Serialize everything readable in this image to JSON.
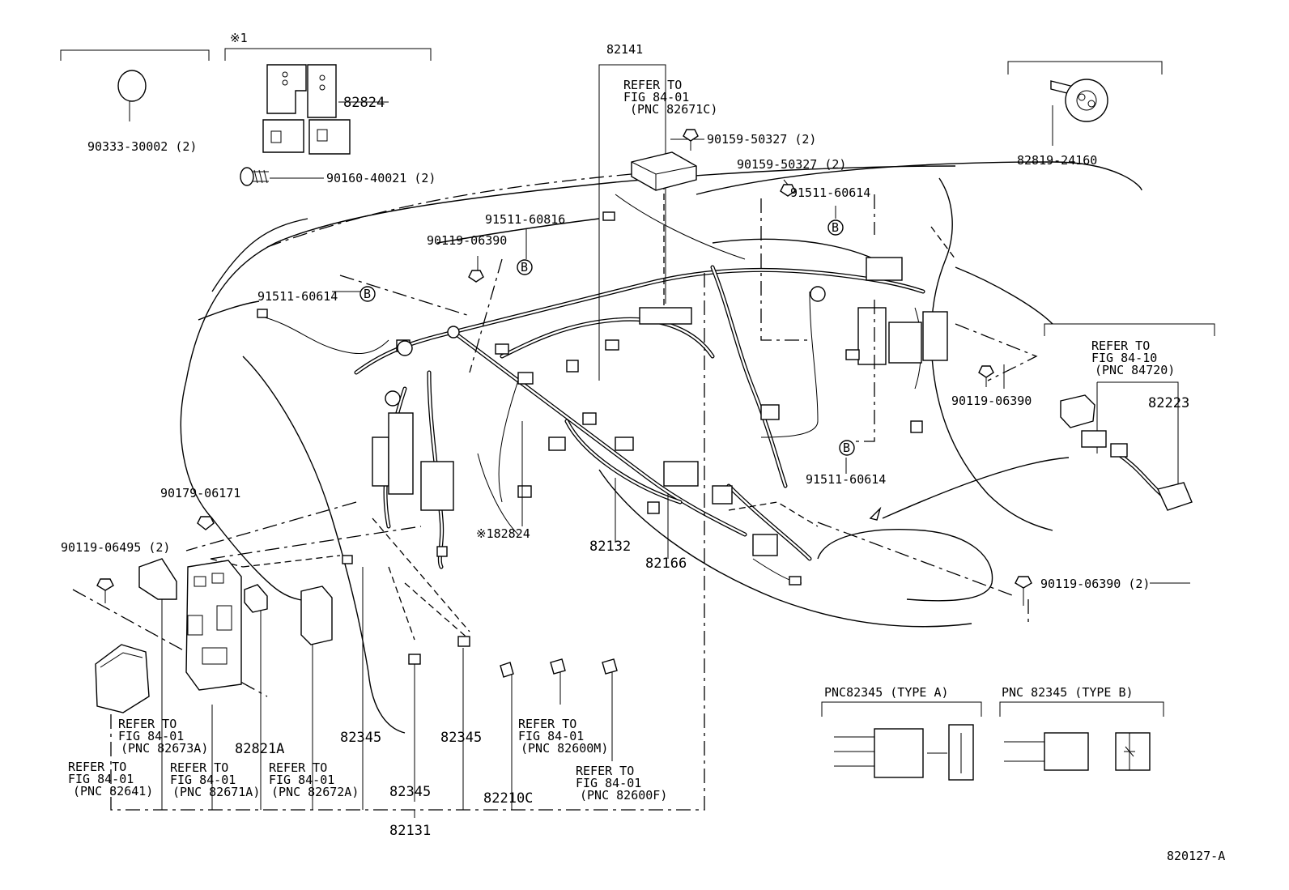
{
  "figure_code": "820127-A",
  "star_note": "※1",
  "type_a": {
    "title": "PNC82345 (TYPE A)"
  },
  "type_b": {
    "title": "PNC 82345 (TYPE B)"
  },
  "callouts": {
    "c90333": "90333-30002 (2)",
    "c82824": "82824",
    "c90160": "90160-40021 (2)",
    "c82141": "82141",
    "c82141_ref1": "REFER TO",
    "c82141_ref2": "FIG 84-01",
    "c82141_ref3": "(PNC 82671C)",
    "c90159a": "90159-50327 (2)",
    "c90159b": "90159-50327 (2)",
    "c82819": "82819-24160",
    "c91511a": "91511-60614",
    "c91511b": "91511-60816",
    "c90119a": "90119-06390",
    "c91511c": "91511-60614",
    "c84720_1": "REFER TO",
    "c84720_2": "FIG 84-10",
    "c84720_3": "(PNC 84720)",
    "c90119b": "90119-06390",
    "c82223": "82223",
    "c91511d": "91511-60614",
    "c90179": "90179-06171",
    "c90119c": "90119-06495 (2)",
    "c182824": "※182824",
    "c82132": "82132",
    "c82166": "82166",
    "c90119d": "90119-06390 (2)",
    "c82673_1": "REFER TO",
    "c82673_2": "FIG 84-01",
    "c82673_3": "(PNC 82673A)",
    "c82641_1": "REFER TO",
    "c82641_2": "FIG 84-01",
    "c82641_3": "(PNC 82641)",
    "c82671a_1": "REFER TO",
    "c82671a_2": "FIG 84-01",
    "c82671a_3": "(PNC 82671A)",
    "c82821": "82821A",
    "c82672_1": "REFER TO",
    "c82672_2": "FIG 84-01",
    "c82672_3": "(PNC 82672A)",
    "c82345a": "82345",
    "c82345b": "82345",
    "c82345c": "82345",
    "c82131": "82131",
    "c82600m_1": "REFER TO",
    "c82600m_2": "FIG 84-01",
    "c82600m_3": "(PNC 82600M)",
    "c82210": "82210C",
    "c82600f_1": "REFER TO",
    "c82600f_2": "FIG 84-01",
    "c82600f_3": "(PNC 82600F)",
    "mark_b": "B"
  }
}
